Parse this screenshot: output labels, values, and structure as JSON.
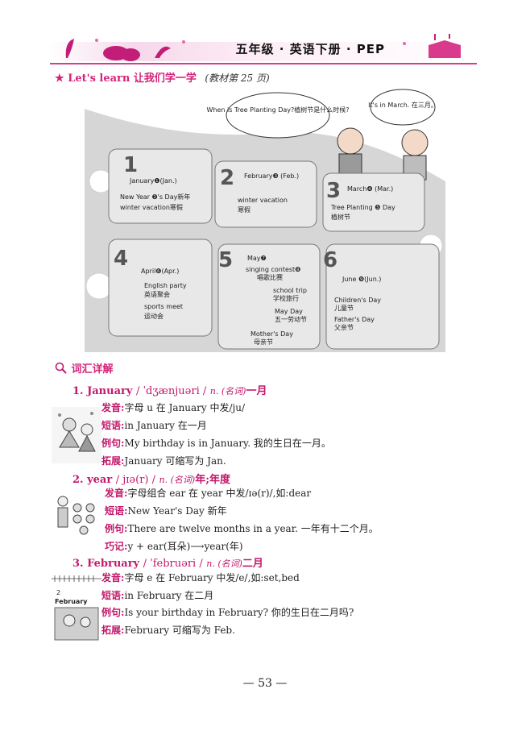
{
  "header": {
    "title": "五年级 · 英语下册 · PEP"
  },
  "section": {
    "star": "★",
    "label": "Let's learn 让我们学一学",
    "reference": "(教材第 25 页)"
  },
  "illustration": {
    "speech_left": "When is Tree Planting Day?植树节是什么时候?",
    "speech_right": "It's in March. 在三月。",
    "months": [
      {
        "num": "1",
        "name": "January❶(Jan.)",
        "items": [
          "New Year ❷'s Day新年",
          "winter vacation寒假"
        ]
      },
      {
        "num": "2",
        "name": "February❸ (Feb.)",
        "items": [
          "winter vacation",
          "寒假"
        ]
      },
      {
        "num": "3",
        "name": "March❹ (Mar.)",
        "items": [
          "Tree Planting ❺ Day",
          "植树节"
        ]
      },
      {
        "num": "4",
        "name": "April❻(Apr.)",
        "items": [
          "English party",
          "英语聚会",
          "sports meet",
          "运动会"
        ]
      },
      {
        "num": "5",
        "name": "May❼",
        "items": [
          "singing contest❽",
          "唱歌比赛",
          "school trip",
          "学校旅行",
          "May Day",
          "五一劳动节",
          "Mother's Day",
          "母亲节"
        ]
      },
      {
        "num": "6",
        "name": "June ❾(Jun.)",
        "items": [
          "Children's Day",
          "儿童节",
          "Father's Day",
          "父亲节"
        ]
      }
    ]
  },
  "vocab_heading": "词汇详解",
  "entries": [
    {
      "head": "1. January",
      "ipa": "/ ˈdʒænjuəri /",
      "pos": "n. (名词)",
      "meaning": "一月",
      "lines": [
        {
          "label": "发音:",
          "text": "字母 u 在 January 中发/ju/"
        },
        {
          "label": "短语:",
          "text": "in January 在一月"
        },
        {
          "label": "例句:",
          "text": "My birthday is in January. 我的生日在一月。"
        },
        {
          "label": "拓展:",
          "text": "January 可缩写为 Jan."
        }
      ]
    },
    {
      "head": "2. year",
      "ipa": "/ jɪə(r) /",
      "pos": "n. (名词)",
      "meaning": "年;年度",
      "lines": [
        {
          "label": "发音:",
          "text": "字母组合 ear 在 year 中发/ɪə(r)/,如:dear"
        },
        {
          "label": "短语:",
          "text": "New Year's Day 新年"
        },
        {
          "label": "例句:",
          "text": "There are twelve months in a year. 一年有十二个月。"
        },
        {
          "label": "巧记:",
          "text": "y + ear(耳朵)⟶year(年)"
        }
      ]
    },
    {
      "head": "3. February",
      "ipa": "/ ˈfebruəri /",
      "pos": "n. (名词)",
      "meaning": "二月",
      "lines": [
        {
          "label": "发音:",
          "text": "字母 e 在 February 中发/e/,如:set,bed"
        },
        {
          "label": "短语:",
          "text": "in February 在二月"
        },
        {
          "label": "例句:",
          "text": "Is your birthday in February? 你的生日在二月吗?"
        },
        {
          "label": "拓展:",
          "text": "February 可缩写为 Feb."
        }
      ]
    }
  ],
  "thumb_february": {
    "num": "2",
    "word": "February"
  },
  "page_number": "— 53 —",
  "colors": {
    "accent": "#c2186b",
    "magenta": "#d4247a",
    "panel": "#d9d9d9"
  }
}
